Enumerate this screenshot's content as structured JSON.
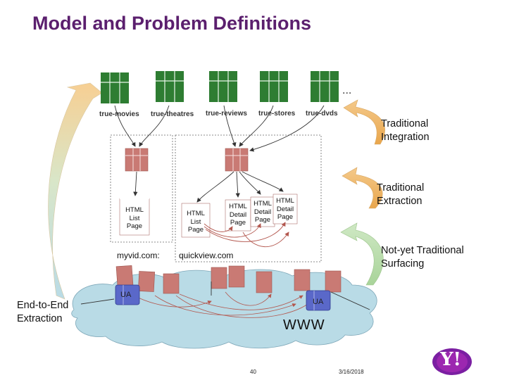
{
  "title": "Model and Problem Definitions",
  "tables": [
    "true-movies",
    "true-theatres",
    "true-reviews",
    "true-stores",
    "true-dvds"
  ],
  "more_tables": "...",
  "levels": [
    {
      "label": "Traditional\nIntegration"
    },
    {
      "label": "Traditional\nExtraction"
    },
    {
      "label": "Not-yet Traditional\nSurfacing"
    }
  ],
  "end_to_end": "End-to-End\nExtraction",
  "sites": [
    "myvid.com:",
    "quickview.com"
  ],
  "pages": {
    "list": "HTML\nList\nPage",
    "detail": "HTML\nDetail\nPage"
  },
  "ua": "UA",
  "web": "WWW",
  "footer": {
    "page_number": "40",
    "date": "3/16/2018"
  },
  "logo": "Y!",
  "colors": {
    "title": "#5b1f6e",
    "table_green": "#2e7d32",
    "page_red": "#c97a74",
    "cloud": "#b9dbe6",
    "ua_blue": "#5a68c9"
  }
}
